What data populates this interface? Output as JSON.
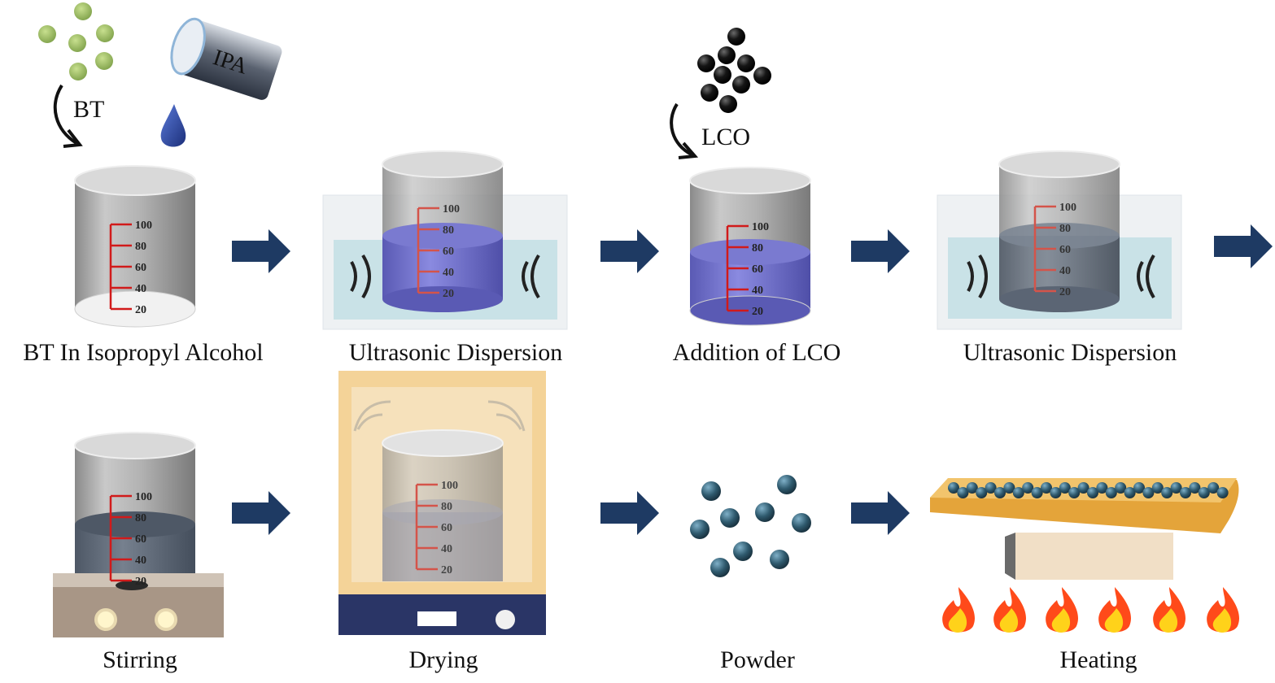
{
  "steps": {
    "s1": "BT In Isopropyl Alcohol",
    "s2": "Ultrasonic Dispersion",
    "s3": "Addition of LCO",
    "s4": "Ultrasonic Dispersion",
    "s5": "Stirring",
    "s6": "Drying",
    "s7": "Powder",
    "s8": "Heating"
  },
  "labels": {
    "bt": "BT",
    "ipa": "IPA",
    "lco": "LCO"
  },
  "scale_ticks": [
    "100",
    "80",
    "60",
    "40",
    "20"
  ],
  "colors": {
    "arrow": "#1e3a63",
    "bt_particle": "#9fbf5f",
    "lco_particle": "#111111",
    "powder_particle": "#2f5a6e",
    "liquid_blue": "#6c6cc8",
    "oven": "#f5d69c",
    "flame": "#ff4a1a"
  }
}
